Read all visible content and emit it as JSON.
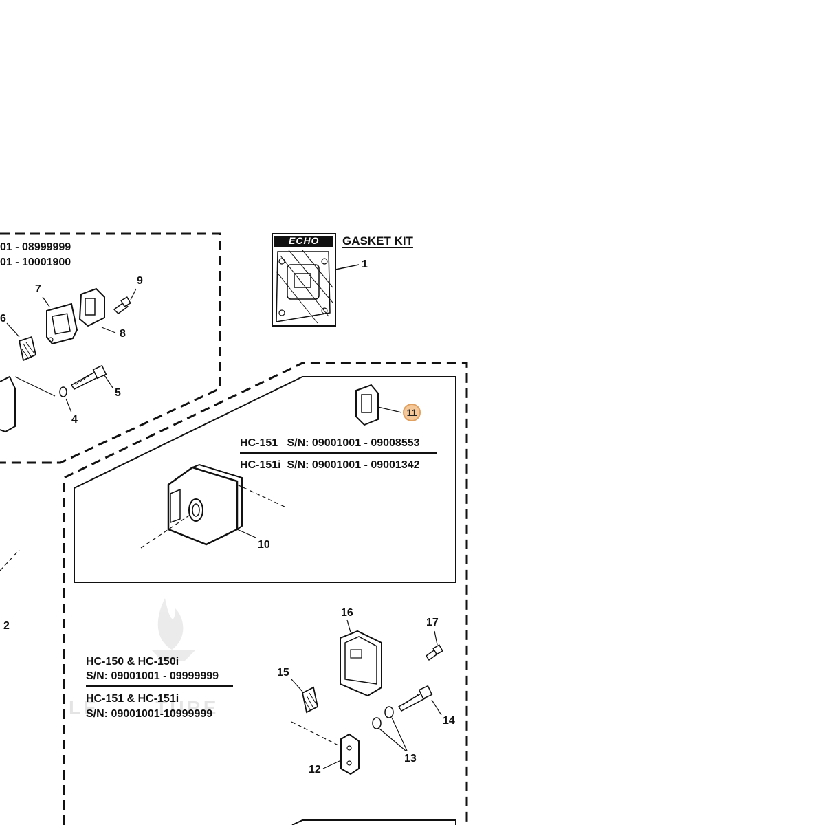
{
  "kit": {
    "brand": "ECHO",
    "title": "GASKET KIT",
    "part_number": "1"
  },
  "top_box": {
    "serial_line_1": "01 - 08999999",
    "serial_line_2": "01 - 10001900"
  },
  "inner_box": {
    "model_line_1": "HC-151   S/N: 09001001 - 09008553",
    "model_line_2": "HC-151i  S/N: 09001001 - 09001342"
  },
  "lower_box": {
    "model_a_name": "HC-150 & HC-150i",
    "model_a_sn": "S/N: 09001001 - 09999999",
    "model_b_name": "HC-151 & HC-151i",
    "model_b_sn": "S/N: 09001001-10999999"
  },
  "parts": {
    "p2": "2",
    "p4": "4",
    "p5": "5",
    "p6": "6",
    "p7": "7",
    "p8": "8",
    "p9": "9",
    "p10": "10",
    "p11": "11",
    "p12": "12",
    "p13": "13",
    "p14": "14",
    "p15": "15",
    "p16": "16",
    "p17": "17"
  },
  "watermark": {
    "text": "LE       TURE"
  },
  "colors": {
    "line": "#111111",
    "highlight_fill": "#f5c89a",
    "highlight_border": "#e0a060"
  }
}
